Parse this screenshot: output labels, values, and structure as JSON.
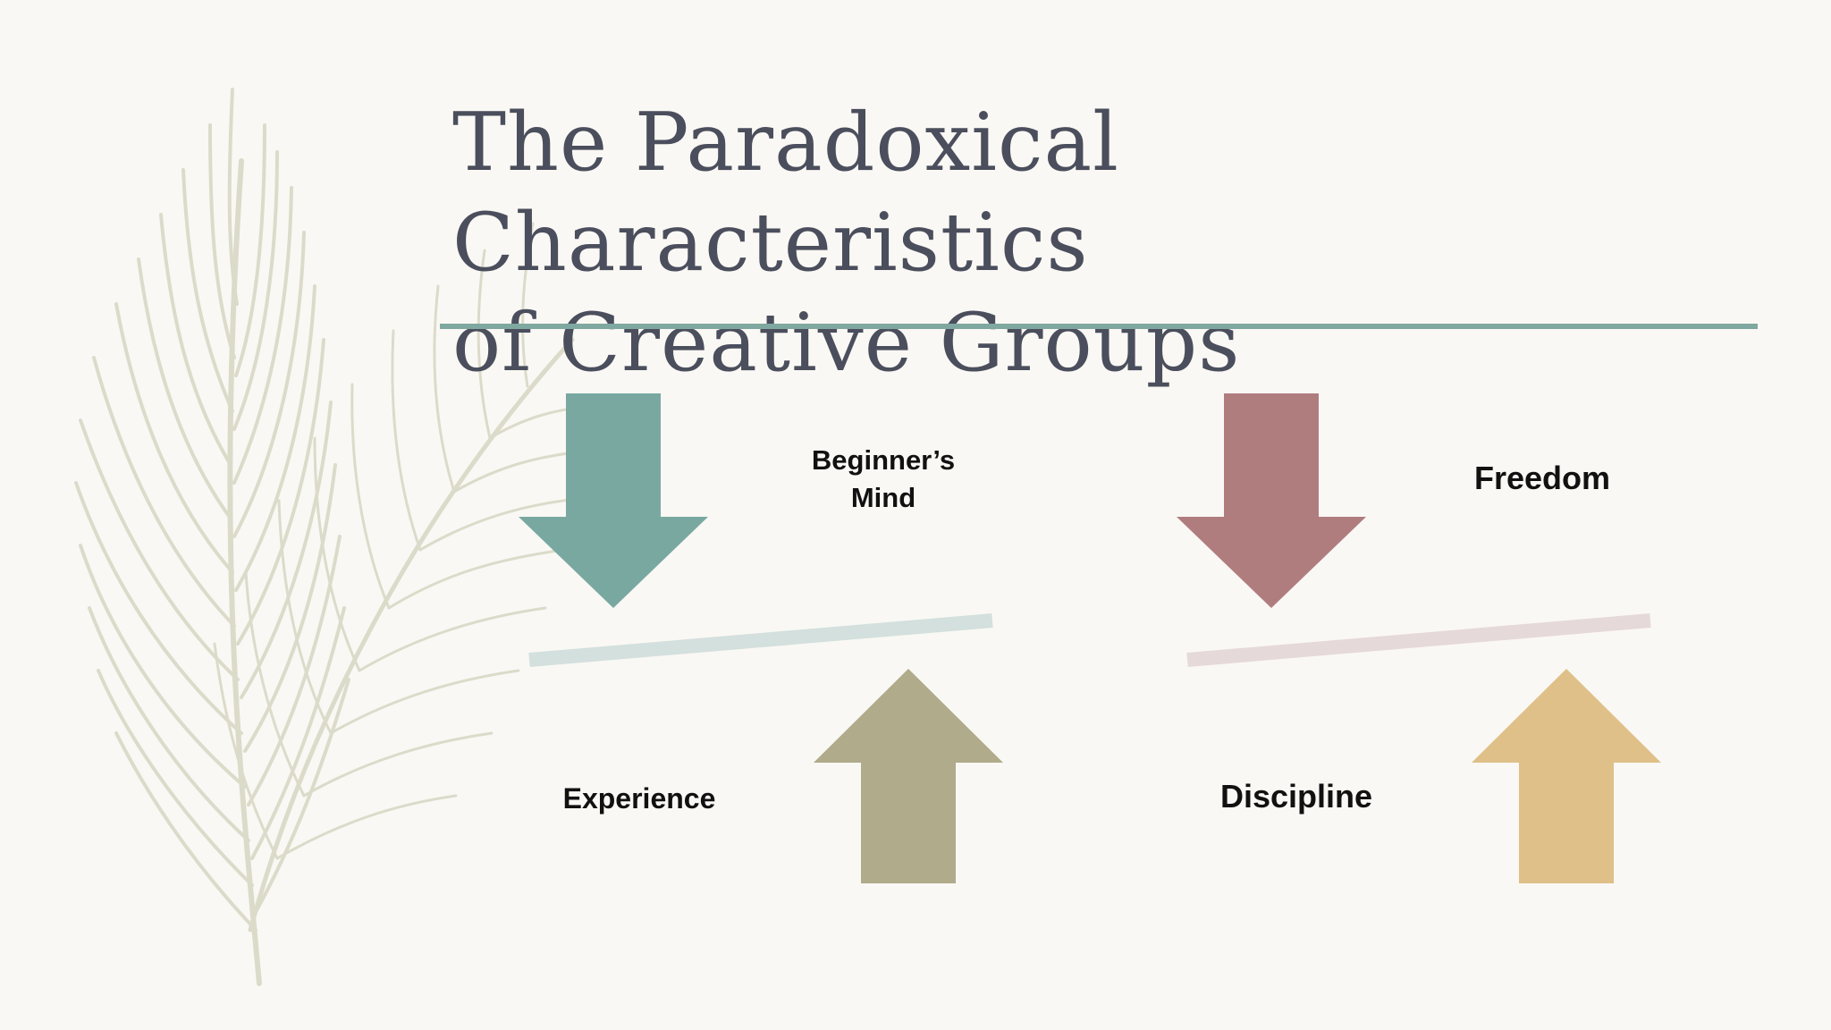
{
  "slide": {
    "title_line1": "The Paradoxical Characteristics",
    "title_line2": "of Creative Groups"
  },
  "pairs": [
    {
      "top_label_line1": "Beginner’s",
      "top_label_line2": "Mind",
      "top_arrow_color": "#79a8a1",
      "bottom_label": "Experience",
      "bottom_arrow_color": "#afab8b",
      "balance_color": "#d3e0dd"
    },
    {
      "top_label": "Freedom",
      "top_arrow_color": "#b07d7f",
      "bottom_label": "Discipline",
      "bottom_arrow_color": "#dfc088",
      "balance_color": "#e6d9da"
    }
  ],
  "colors": {
    "background": "#faf8f4",
    "title": "#4b4e5c",
    "rule": "#7fa8a0",
    "feather": "#d9d8c6"
  }
}
